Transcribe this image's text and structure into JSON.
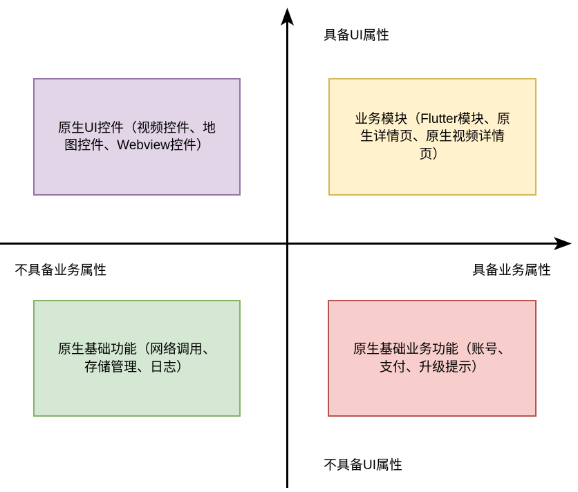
{
  "diagram": {
    "type": "quadrant-matrix",
    "background_color": "#ffffff",
    "axis_color": "#000000",
    "axes": {
      "vertical": {
        "top_label": "具备UI属性",
        "bottom_label": "不具备UI属性"
      },
      "horizontal": {
        "left_label": "不具备业务属性",
        "right_label": "具备业务属性"
      }
    },
    "quadrants": [
      {
        "position": "top-left",
        "text": "原生UI控件（视频控件、地\n图控件、Webview控件）",
        "fill_color": "#e1d5e7",
        "border_color": "#9673a6"
      },
      {
        "position": "top-right",
        "text": "业务模块（Flutter模块、原\n生详情页、原生视频详情\n页）",
        "fill_color": "#fff2cc",
        "border_color": "#d6b656"
      },
      {
        "position": "bottom-left",
        "text": "原生基础功能（网络调用、\n存储管理、日志）",
        "fill_color": "#d5e8d4",
        "border_color": "#82b366"
      },
      {
        "position": "bottom-right",
        "text": "原生基础业务功能（账号、\n支付、升级提示）",
        "fill_color": "#f8cecc",
        "border_color": "#b85450"
      }
    ]
  }
}
